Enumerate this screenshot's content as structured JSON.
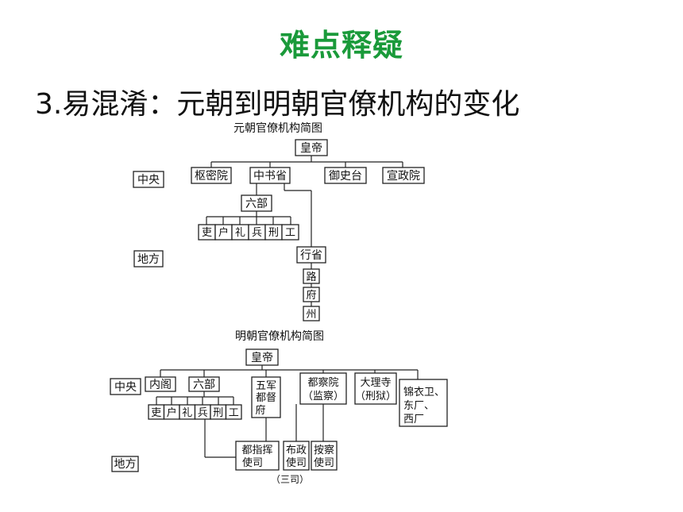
{
  "slide": {
    "title": "难点释疑",
    "subtitle": "3.易混淆：元朝到明朝官僚机构的变化"
  },
  "yuan": {
    "caption": "元朝官僚机构简图",
    "emperor": "皇帝",
    "center_label": "中央",
    "local_label": "地方",
    "central_offices": [
      "枢密院",
      "中书省",
      "御史台",
      "宣政院"
    ],
    "six_ministries_group": "六部",
    "six_ministries": [
      "吏",
      "户",
      "礼",
      "兵",
      "刑",
      "工"
    ],
    "local_chain": [
      "行省",
      "路",
      "府",
      "州"
    ]
  },
  "ming": {
    "caption": "明朝官僚机构简图",
    "emperor": "皇帝",
    "center_label": "中央",
    "local_label": "地方",
    "neige": "内阁",
    "six_ministries_group": "六部",
    "six_ministries": [
      "吏",
      "户",
      "礼",
      "兵",
      "刑",
      "工"
    ],
    "wujun_line1": "五军",
    "wujun_line2": "都督",
    "wujun_line3": "府",
    "duchayuan_line1": "都察院",
    "duchayuan_line2": "（监察）",
    "dalisi_line1": "大理寺",
    "dalisi_line2": "（刑狱）",
    "jinyiwei_line1": "锦衣卫、",
    "jinyiwei_line2": "东厂、",
    "jinyiwei_line3": "西厂",
    "duzhihui_line1": "都指挥",
    "duzhihui_line2": "使司",
    "buzheng_line1": "布政",
    "buzheng_line2": "使司",
    "ancha_line1": "按察",
    "ancha_line2": "使司",
    "sansi_label": "（三司）"
  }
}
